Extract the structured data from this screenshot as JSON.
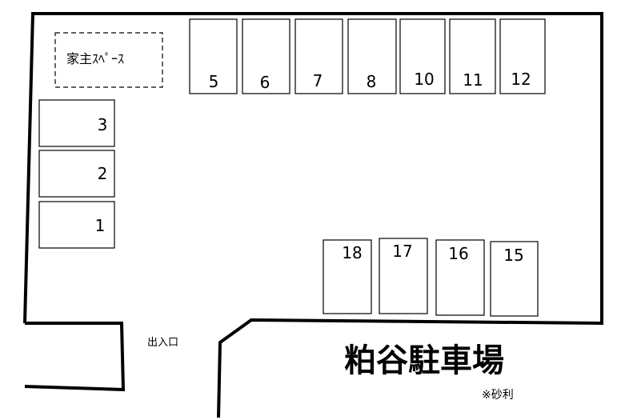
{
  "title": "粕谷駐車場",
  "note": "※砂利",
  "entrance_label": "出入口",
  "owner_space_label": "家主ｽﾍﾟｰｽ",
  "spaces": [
    "5",
    "6",
    "7",
    "8",
    "10",
    "11",
    "12",
    "3",
    "2",
    "1",
    "18",
    "17",
    "16",
    "15"
  ]
}
